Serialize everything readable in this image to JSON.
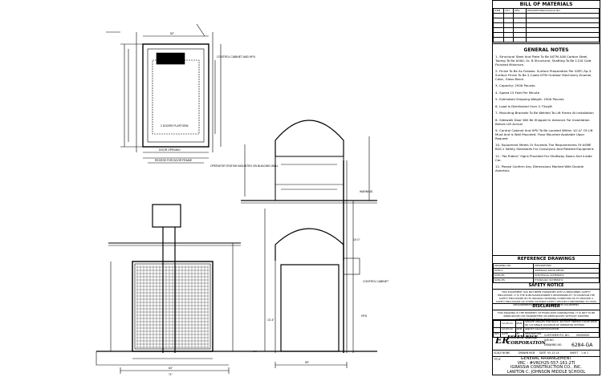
{
  "bom": {
    "title": "BILL OF MATERIALS",
    "headers": [
      "ITEM",
      "QTY",
      "MFG",
      "DESCRIPTION/CATALOG NO."
    ]
  },
  "notes": {
    "title": "GENERAL NOTES",
    "items": [
      "1- Structural Steel And Plate To Be ASTM A36 Carbon Steel, Tubing To Be A500, Gr. B Structural, Shafting To Be 1120 Cold Finished Minimum.",
      "2- Finish To Be As Follows: Surface Preparation Per SSPC-Sp-3. Surface Finish To Be 2-Coats DTM Outdoor Machinery Enamel, Color, Gloss Black.",
      "3- Capacity: 2500 Pounds",
      "4- Speed 15 Feet Per Minute",
      "5- Estimated Shipping Weight: 2500 Pounds",
      "6- Load Is Distributed Over 2.75sq/ft",
      "7- Mounting Brackets To Be Welded To Lift Frame At Installation",
      "8- Sidewalk Door Will Be Shipped In Advance For Installation Before Lift Arrival",
      "9- Control Cabinet And HPU To Be Located Within 10'-0\" Of Lift Must And Is Wall Mounted. Floor Mounted Available Upon Request",
      "10- Equipment Meets Or Exceeds The Requirements Of ASME B20.1 Safety Standards For Conveyors And Related Equipment.",
      "11- \"No Riders\" Signs Provided For Shaftway Doors And Inside Car.",
      "12- Please Confirm Any Dimensions Marked With Double Asterisks"
    ]
  },
  "ref": {
    "title": "REFERENCE DRAWINGS",
    "headers": [
      "DRAWING NO.",
      "DESCRIPTION"
    ],
    "rows": [
      [
        "6284-1",
        "SIDEWALK DOOR DETAIL"
      ],
      [
        "6284-ES",
        "ELECTRICAL SCHEMATIC"
      ],
      [
        "6284-HS",
        "HYDRAULIC SCHEMATIC"
      ]
    ]
  },
  "safety": {
    "title": "SAFETY NOTICE",
    "text": "THIS EQUIPMENT HAS NOT BEEN FURNISHED WITH A PERSONNEL SAFETY ENCLOSURE. IT IS THE PURCHASER/OWNER'S RESPONSIBILITY TO MAINTAIN THE SAFETY ENCLOSURE IN ITS ORIGINAL WORKING CONDITION OR TO PROVIDE A SAFETY ENCLOSURE OR OTHER SUITABLE SAFETY DEVICES CONFORMING TO OSHA REQUIREMENTS BEFORE OPERATING THIS EQUIPMENT."
  },
  "disclaimer": {
    "title": "DISCLAIMER",
    "text": "THIS DRAWING IS THE PROPERTY OF ESSEX-RISE CORPORATION. IT IS NOT TO BE REPRODUCED OR TRANSMITTED OR REPRODUCED WITHOUT WRITTEN AUTHORIZATION FROM ESSEX-RISE CORPORATION."
  },
  "revisions": {
    "rows": [
      [
        "",
        "12-05-14",
        "MCB",
        "UPDATE ANGLES FOR RAILS, 90-FOOT ONEWAY DOOR WIDE W/ 1-8 SINGLE LOCATION OF OPERATOR STATION"
      ],
      [
        "",
        "12-03-14",
        "MCB",
        "ADJUST CALLOUT/LOCATION"
      ]
    ],
    "headers": [
      "REV",
      "DATE",
      "BY",
      "DESCRIPTION"
    ]
  },
  "company": {
    "logo": "ER",
    "name_line1": "ESSEX-RISE",
    "name_line2": "CORPORATION",
    "customer_po_label": "CUSTOMER P.O. NO.",
    "customer_po_value": "00000000",
    "job_label": "JOB NO.",
    "drawing_label": "DRAWING NO.",
    "drawing_no": "6284-GA"
  },
  "title_block": {
    "title_label": "TITLE",
    "scale_label": "SCALE",
    "scale_value": "NONE",
    "drawn_label": "DRAWN",
    "drawn_value": "MCB",
    "date_label": "DATE",
    "date_value": "05-13-14",
    "sheet_label": "SHEET",
    "sheet_value": "1 of 1",
    "title_line1": "GENERAL ARRANGEMENT",
    "title_line2": "VRC - #VRCH25-557-161-2TI",
    "title_line3": "IGRASSIA CONSTRUCTION CO., INC.",
    "title_line4": "LAWTON C. JOHNSON MIDDLE SCHOOL"
  },
  "labels": {
    "control_cabinet_hpu": "CONTROL CABINET AND HPU",
    "doors_platform": "2 DOORS PLATFORM",
    "door_opening": "DOOR OPENING",
    "recess_frame": "RECESS FOR DOOR FRAME",
    "operator_station": "OPERATOR STATION MOUNTED ON BUILDING WALL",
    "warning": "WARNING",
    "hpu": "HPU",
    "control_cabinet": "CONTROL CABINET",
    "dim_52": "52\"",
    "dim_64": "64\"",
    "dim_71": "71\"",
    "dim_59": "59\"",
    "dim_13": "13'-4\"",
    "dim_10": "10'-0\""
  }
}
